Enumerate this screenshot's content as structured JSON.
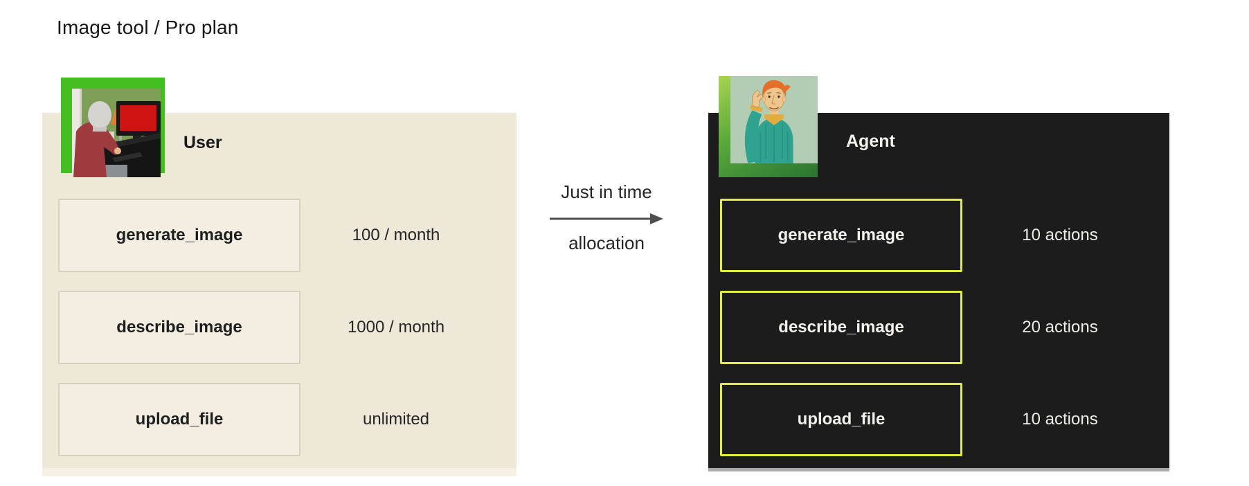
{
  "title": "Image tool / Pro plan",
  "user_panel": {
    "label": "User",
    "avatar": "user-photo",
    "rows": [
      {
        "tool": "generate_image",
        "quota": "100 / month"
      },
      {
        "tool": "describe_image",
        "quota": "1000 / month"
      },
      {
        "tool": "upload_file",
        "quota": "unlimited"
      }
    ]
  },
  "transfer": {
    "line1": "Just in time",
    "line2": "allocation",
    "arrow_icon": "right-arrow"
  },
  "agent_panel": {
    "label": "Agent",
    "avatar": "agent-illustration",
    "rows": [
      {
        "tool": "generate_image",
        "quota": "10 actions"
      },
      {
        "tool": "describe_image",
        "quota": "20 actions"
      },
      {
        "tool": "upload_file",
        "quota": "10 actions"
      }
    ]
  },
  "colors": {
    "page_bg": "#FFFFFF",
    "panel_beige": "#EEE8D9",
    "panel_beige_shadow": "#F6F1E4",
    "box_light_bg": "#F3EEE1",
    "box_light_border": "#D7D0BF",
    "panel_dark": "#1C1C1C",
    "panel_dark_shadow": "#ABABAB",
    "box_dark_border": "#E3EE44",
    "text_dark": "#1B1B1B",
    "text_light": "#F4F2ED",
    "arrow_gray": "#4D4D4D",
    "frame_green": "#43BD1F"
  }
}
